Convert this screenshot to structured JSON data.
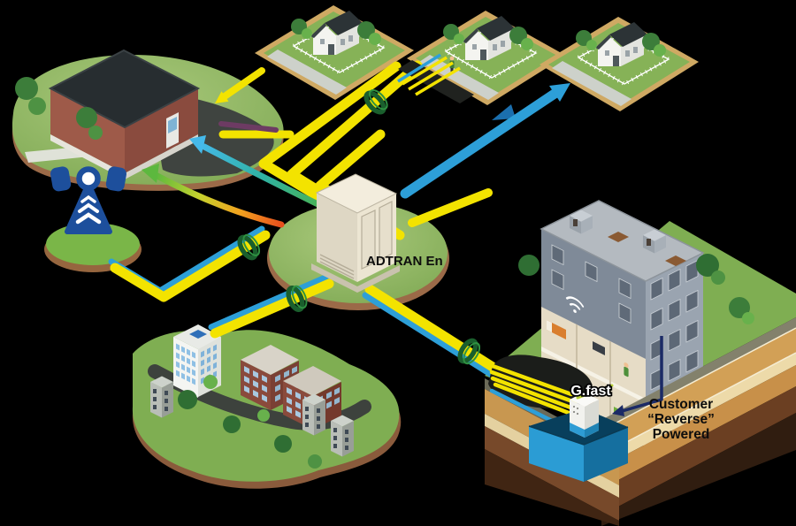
{
  "labels": {
    "cabinet": "ADTRAN En",
    "gfast": "G.fast",
    "customer_line1": "Customer",
    "customer_line2": "“Reverse”",
    "customer_line3": "Powered"
  },
  "colors": {
    "background": "#000000",
    "cable_yellow": "#F3E300",
    "cable_blue": "#2D9FD8",
    "coil_green": "#1A5F2D",
    "reverse_power_navy": "#1B2A66",
    "line_purple": "#6D3B63",
    "gradient_line_blue_green": [
      "#45B9EA",
      "#2FB2A0",
      "#55B231"
    ],
    "gradient_line_green_red": [
      "#5CB83E",
      "#C3D22E",
      "#F2A31F",
      "#E84F1D"
    ],
    "grass_green": "#7FAE52",
    "dirt_brown": "#9B6A48",
    "vault_blue": "#2B9CD4",
    "tower_blue": "#1D4F9C",
    "cabinet_beige": "#E9E2CF"
  },
  "icons": {
    "cell_tower": "cell-tower-icon",
    "wifi": "wifi-icon"
  },
  "nodes": [
    "central-office",
    "residential-home-1",
    "residential-home-2",
    "residential-home-3",
    "cell-tower",
    "adtran-street-cabinet",
    "business-campus",
    "mdu-apartment-building",
    "underground-vault",
    "gfast-distribution-point"
  ]
}
